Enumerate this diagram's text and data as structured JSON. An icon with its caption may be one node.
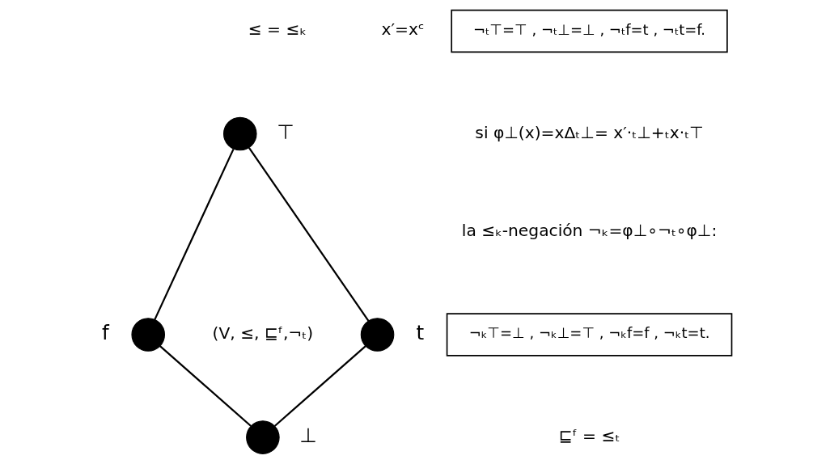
{
  "diagram": {
    "nodes": [
      {
        "text": [],
        "shape": "circle",
        "beside": [
          "⊤"
        ]
      },
      {
        "text": [],
        "shape": "circle",
        "beside": [
          "f"
        ]
      },
      {
        "text": [],
        "shape": "circle",
        "beside": [
          "t"
        ]
      },
      {
        "text": [],
        "shape": "circle",
        "beside": [
          "⊥"
        ]
      },
      {
        "text": [
          "¬ₜ⊤=⊤ , ¬ₜ⊥=⊥ , ¬ₜf=t , ¬ₜt=f."
        ]
      },
      {
        "text": [
          "¬ₖ⊤=⊥ , ¬ₖ⊥=⊤ , ¬ₖf=f , ¬ₖt=t."
        ]
      }
    ],
    "edges": [
      {
        "from": 0,
        "to": 1,
        "arrow": "none"
      },
      {
        "from": 0,
        "to": 2,
        "arrow": "none"
      },
      {
        "from": 1,
        "to": 3,
        "arrow": "none"
      },
      {
        "from": 2,
        "to": 3,
        "arrow": "none"
      }
    ],
    "labels": [
      "≤ = ≤ₖ",
      "x′=xᶜ",
      "si φ⊥(x)=xΔₜ⊥= x′·ₜ⊥+ₜx·ₜ⊤",
      "la ≤ₖ-negación ¬ₖ=φ⊥∘¬ₜ∘φ⊥:",
      "(V, ≤, ⊑ᶠ,¬ₜ)",
      "⊑ᶠ = ≤ₜ"
    ]
  }
}
